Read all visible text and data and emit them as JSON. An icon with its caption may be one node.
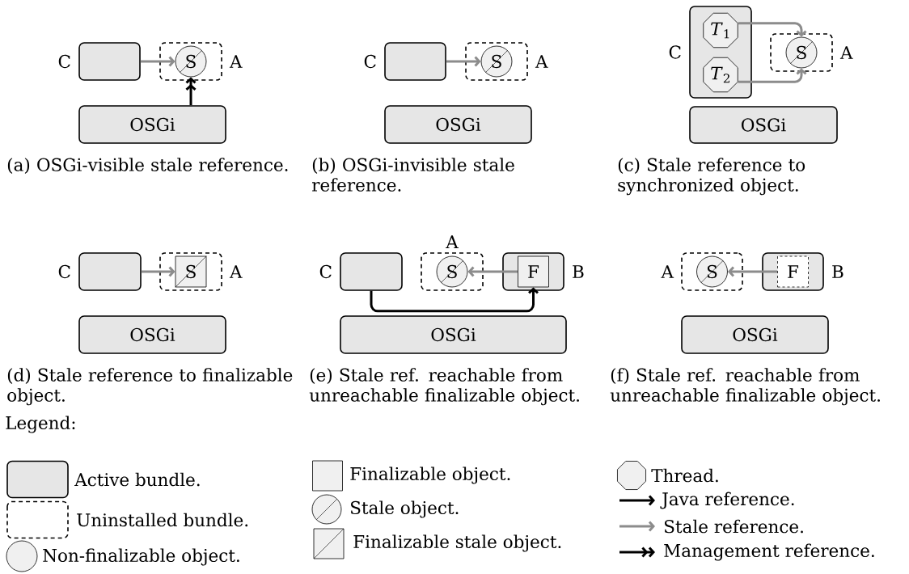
{
  "diagram": {
    "nodes": [
      {
        "text": [
          "C"
        ]
      },
      {
        "text": [
          "A"
        ]
      },
      {
        "text": [
          "S"
        ],
        "in": 1
      },
      {
        "text": [
          "OSGi"
        ]
      },
      {
        "text": [
          "C"
        ]
      },
      {
        "text": [
          "A"
        ]
      },
      {
        "text": [
          "S"
        ],
        "in": 5
      },
      {
        "text": [
          "OSGi"
        ]
      },
      {
        "text": [
          "C"
        ]
      },
      {
        "text": [
          "*T*$_{1}$"
        ],
        "in": 8
      },
      {
        "text": [
          "*T*$_{2}$"
        ],
        "in": 8
      },
      {
        "text": [
          "A"
        ]
      },
      {
        "text": [
          "S"
        ],
        "in": 11
      },
      {
        "text": [
          "OSGi"
        ]
      },
      {
        "text": [
          "C"
        ]
      },
      {
        "text": [
          "A"
        ]
      },
      {
        "text": [
          "S"
        ],
        "in": 15
      },
      {
        "text": [
          "OSGi"
        ]
      },
      {
        "text": [
          "C"
        ]
      },
      {
        "text": [
          "A"
        ]
      },
      {
        "text": [
          "S"
        ],
        "in": 19
      },
      {
        "text": [
          "B"
        ]
      },
      {
        "text": [
          "F"
        ],
        "in": 21
      },
      {
        "text": [
          "OSGi"
        ]
      },
      {
        "text": [
          "A"
        ]
      },
      {
        "text": [
          "S"
        ],
        "in": 24
      },
      {
        "text": [
          "B"
        ]
      },
      {
        "text": [
          "F"
        ],
        "in": 26
      },
      {
        "text": [
          "OSGi"
        ]
      }
    ],
    "edges": [
      {
        "from": 0,
        "to": 2,
        "arrow": "to"
      },
      {
        "from": 3,
        "to": 2,
        "arrow": "to",
        "color": "#000000"
      },
      {
        "from": 4,
        "to": 6,
        "arrow": "to"
      },
      {
        "from": 9,
        "to": 12,
        "arrow": "to"
      },
      {
        "from": 10,
        "to": 12,
        "arrow": "to"
      },
      {
        "from": 14,
        "to": 16,
        "arrow": "to"
      },
      {
        "from": 22,
        "to": 20,
        "arrow": "to"
      },
      {
        "from": 18,
        "to": 22,
        "arrow": "to",
        "color": "#000000"
      },
      {
        "from": 27,
        "to": 25,
        "arrow": "to"
      }
    ],
    "labels": [
      "(a) OSGi-visible stale reference.",
      "(b) OSGi-invisible stale reference.",
      "(c) Stale reference to synchronized object.",
      "(d) Stale reference to finalizable object.",
      "(e) Stale ref. reachable from unreachable finalizable object.",
      "(f) Stale ref. reachable from unreachable finalizable object.",
      "Legend:"
    ],
    "legend": [
      {
        "text": "Active bundle."
      },
      {
        "text": "Uninstalled bundle."
      },
      {
        "text": "Non-finalizable object."
      },
      {
        "text": "Finalizable object."
      },
      {
        "text": "Stale object."
      },
      {
        "text": "Finalizable stale object."
      },
      {
        "text": "Thread."
      },
      {
        "text": "Java reference."
      },
      {
        "text": "Stale reference."
      },
      {
        "text": "Management reference."
      }
    ]
  }
}
